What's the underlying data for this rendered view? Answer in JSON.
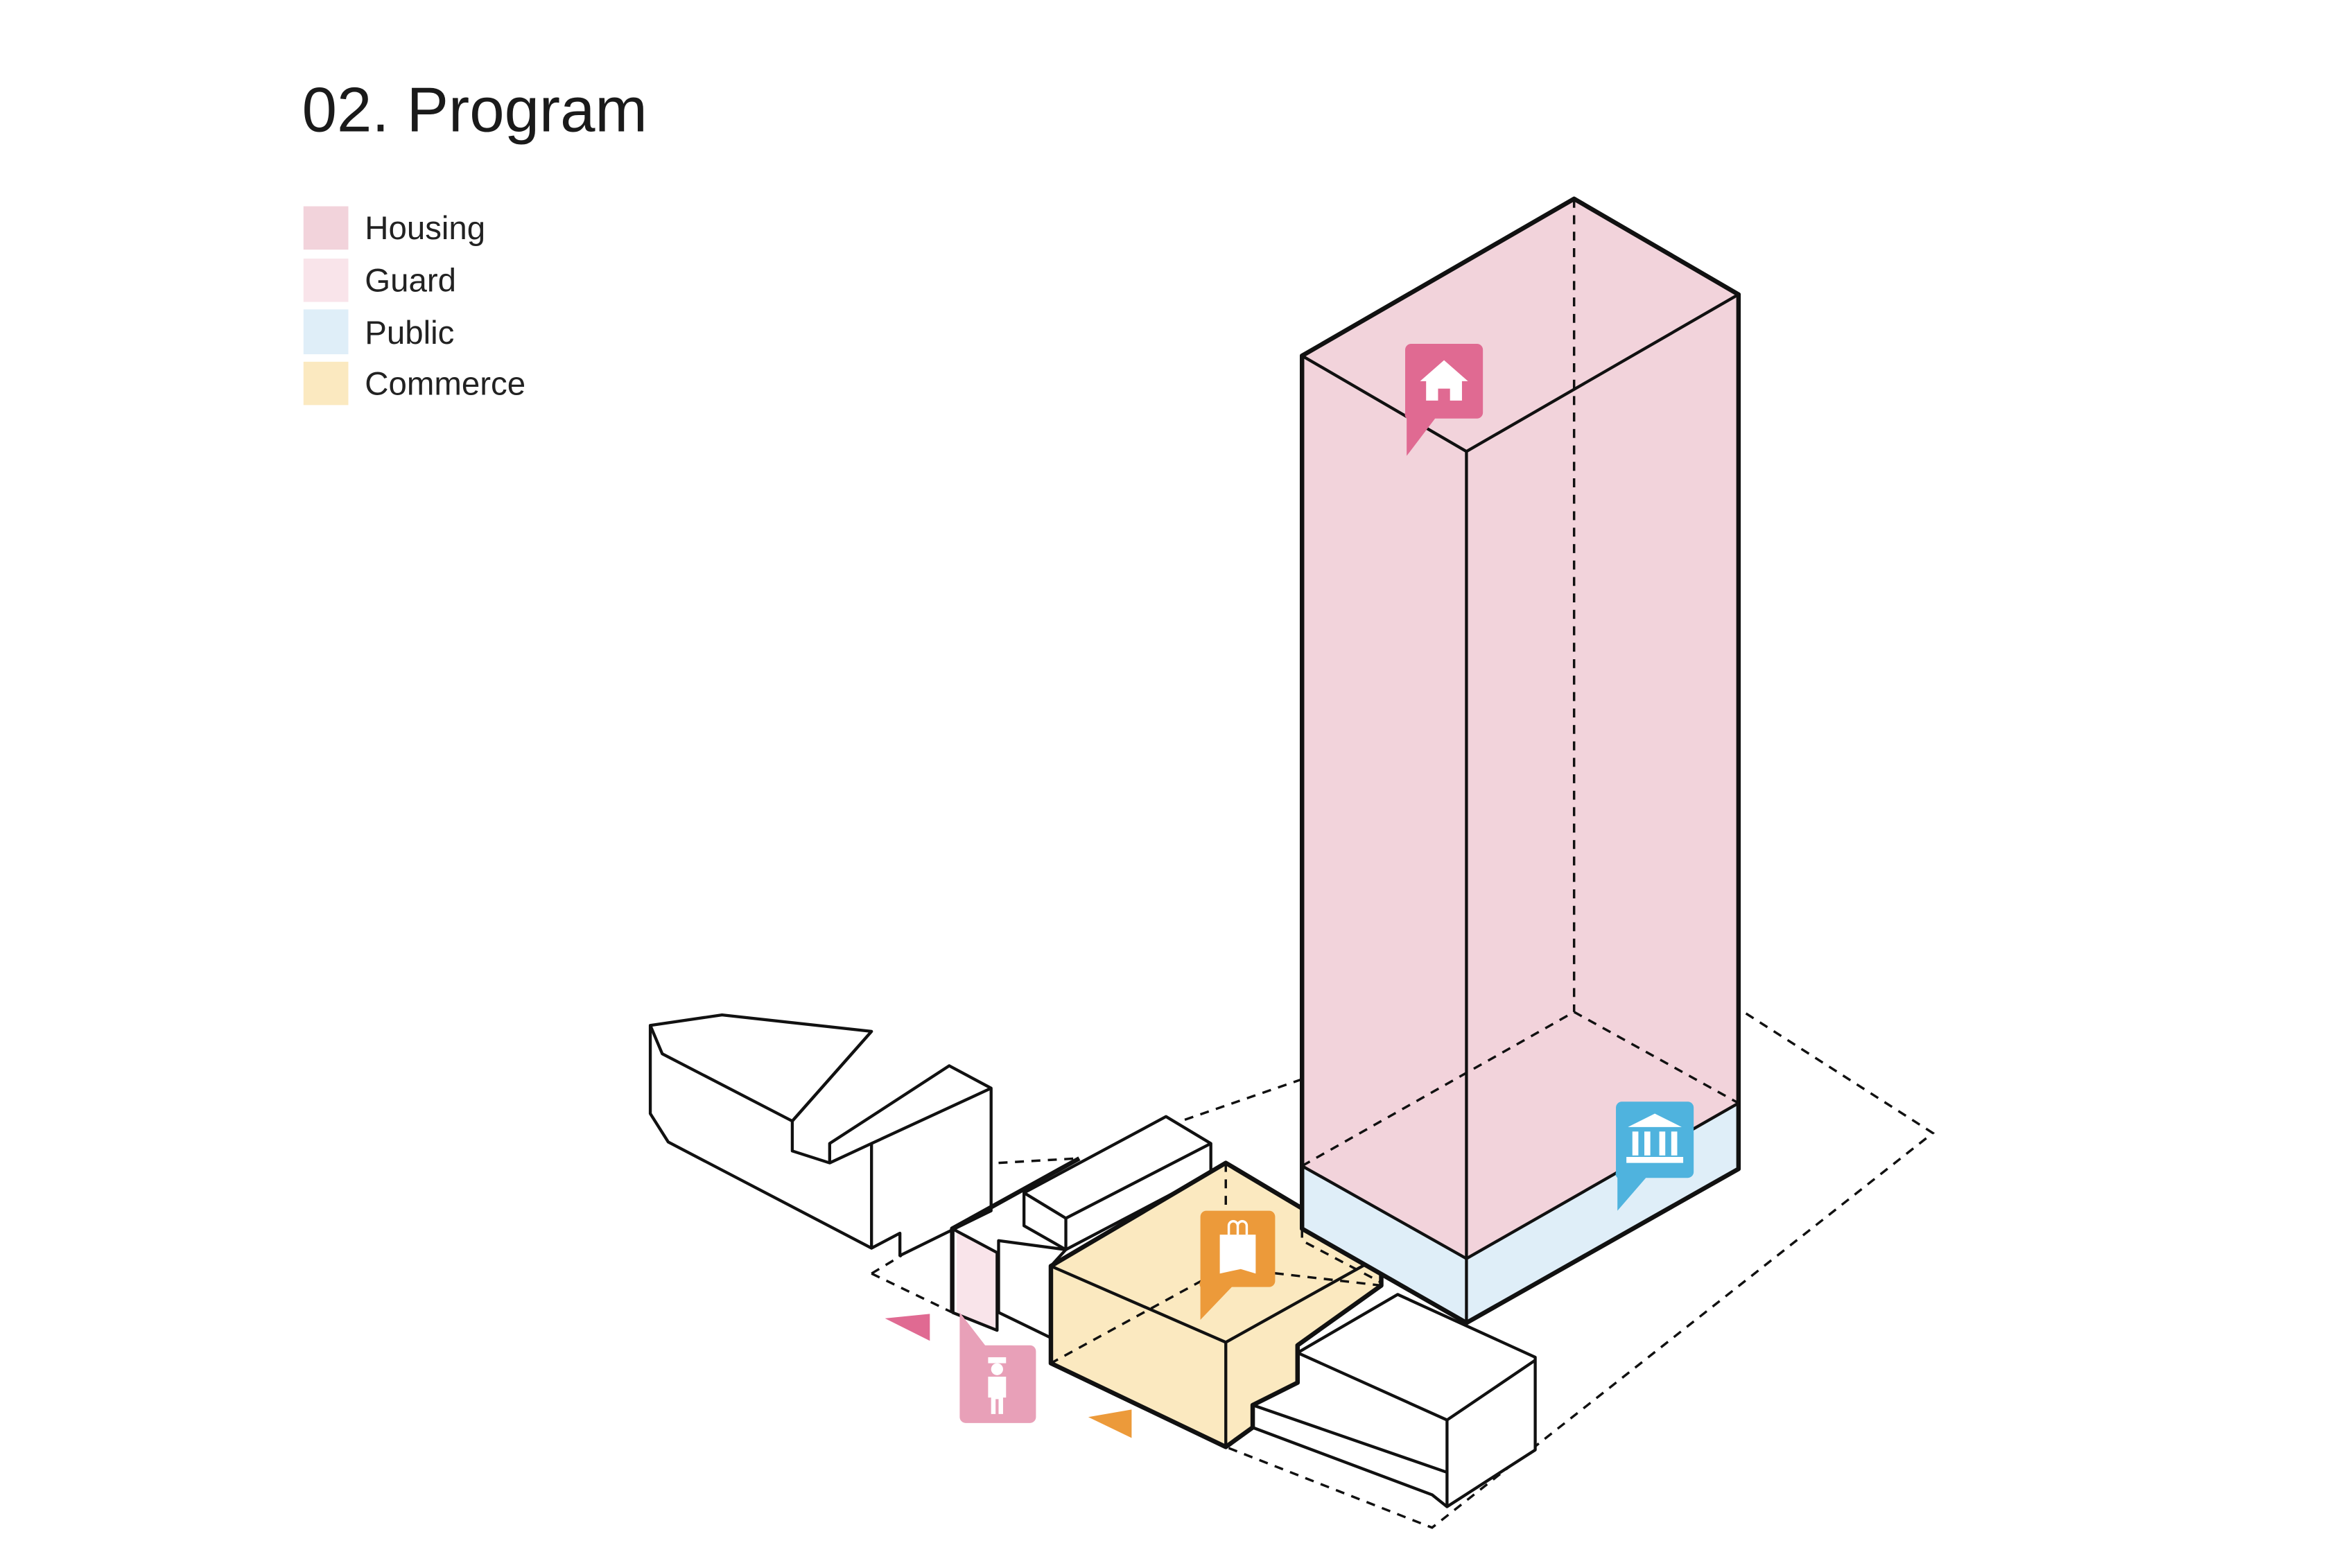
{
  "title": "02. Program",
  "legend": [
    {
      "label": "Housing",
      "color": "#f2d3db"
    },
    {
      "label": "Guard",
      "color": "#f9e4ea"
    },
    {
      "label": "Public",
      "color": "#dfeef8"
    },
    {
      "label": "Commerce",
      "color": "#fbe9c0"
    }
  ],
  "markers": {
    "housing": {
      "icon": "house-icon",
      "color": "#e06a92"
    },
    "public": {
      "icon": "museum-icon",
      "color": "#4fb3de"
    },
    "commerce": {
      "icon": "shopping-bag-icon",
      "color": "#ec9a3a"
    },
    "guard": {
      "icon": "guard-person-icon",
      "color": "#e8a0b8"
    }
  }
}
